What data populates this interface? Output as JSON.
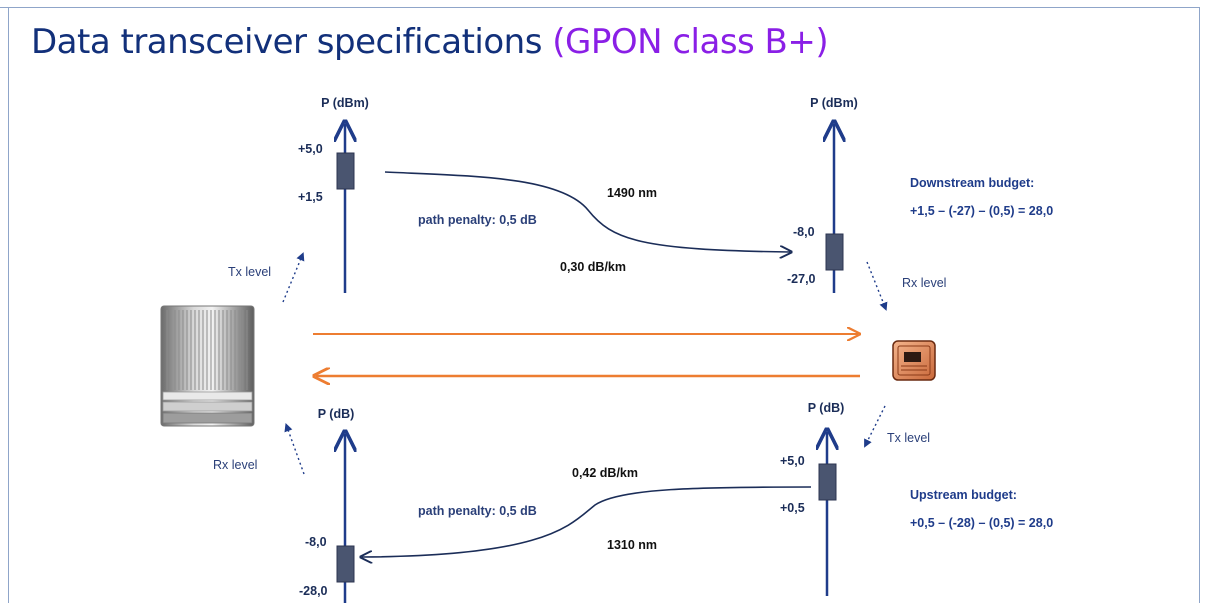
{
  "title": {
    "main": "Data transceiver specifications ",
    "highlight": "(GPON class B+)"
  },
  "colors": {
    "axis": "#1f3c8a",
    "level_bar": "#4a5570",
    "signal_arrow": "#ed7d31",
    "title": "#12307a",
    "title_highlight": "#8a1fe6"
  },
  "downstream": {
    "olt_axis_label": "P (dBm)",
    "olt_tx_max": "+5,0",
    "olt_tx_min": "+1,5",
    "olt_level_caption": "Tx  level",
    "onu_axis_label": "P (dBm)",
    "onu_rx_max": "-8,0",
    "onu_rx_min": "-27,0",
    "onu_level_caption": "Rx  level",
    "wavelength": "1490  nm",
    "path_penalty": "path penalty:  0,5 dB",
    "attenuation": "0,30 dB/km",
    "budget_title": "Downstream budget:",
    "budget_formula": "+1,5 – (-27) – (0,5) = 28,0"
  },
  "upstream": {
    "olt_axis_label": "P (dB)",
    "olt_rx_max": "-8,0",
    "olt_rx_min": "-28,0",
    "olt_level_caption": "Rx  level",
    "onu_axis_label": "P (dB)",
    "onu_tx_max": "+5,0",
    "onu_tx_min": "+0,5",
    "onu_level_caption": "Tx  level",
    "wavelength": "1310  nm",
    "path_penalty": "path penalty:  0,5 dB",
    "attenuation": "0,42 dB/km",
    "budget_title": "Upstream budget:",
    "budget_formula": "+0,5 – (-28) – (0,5) = 28,0"
  },
  "devices": {
    "olt_icon": "olt-cabinet-icon",
    "onu_icon": "onu-device-icon"
  }
}
